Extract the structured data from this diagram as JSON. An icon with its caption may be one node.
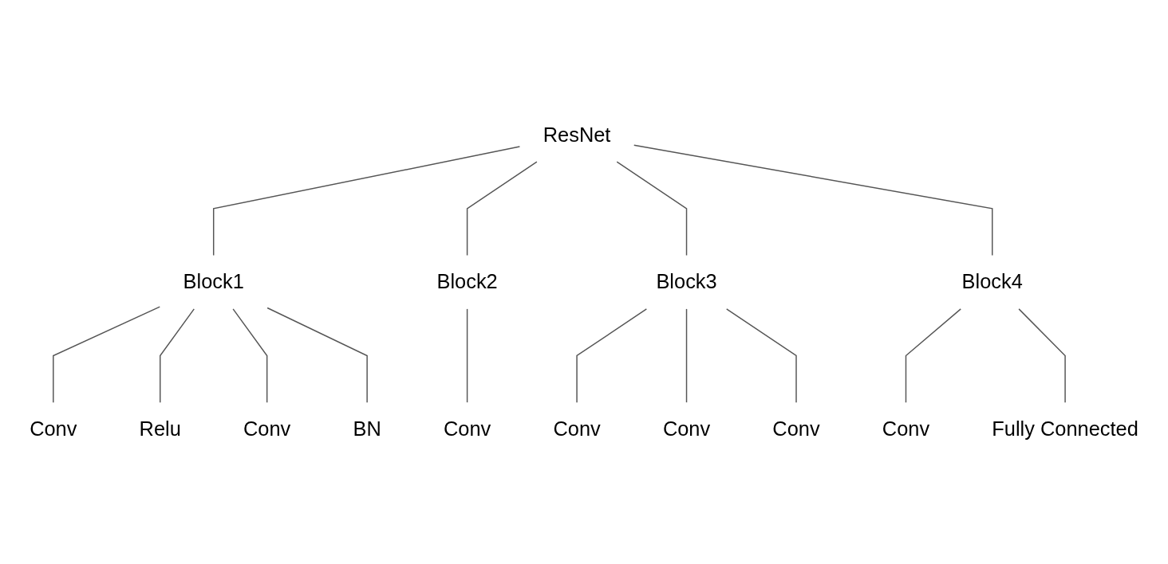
{
  "diagram": {
    "nodes": [
      {
        "text": [
          "ResNet"
        ]
      },
      {
        "text": [
          "Block1"
        ]
      },
      {
        "text": [
          "Block2"
        ]
      },
      {
        "text": [
          "Block3"
        ]
      },
      {
        "text": [
          "Block4"
        ]
      },
      {
        "text": [
          "Conv"
        ]
      },
      {
        "text": [
          "Relu"
        ]
      },
      {
        "text": [
          "Conv"
        ]
      },
      {
        "text": [
          "BN"
        ]
      },
      {
        "text": [
          "Conv"
        ]
      },
      {
        "text": [
          "Conv"
        ]
      },
      {
        "text": [
          "Conv"
        ]
      },
      {
        "text": [
          "Conv"
        ]
      },
      {
        "text": [
          "Conv"
        ]
      },
      {
        "text": [
          "Fully Connected"
        ]
      }
    ],
    "edges": [
      {
        "from": 0,
        "to": 1,
        "arrow": "none"
      },
      {
        "from": 0,
        "to": 2,
        "arrow": "none"
      },
      {
        "from": 0,
        "to": 3,
        "arrow": "none"
      },
      {
        "from": 0,
        "to": 4,
        "arrow": "none"
      },
      {
        "from": 1,
        "to": 5,
        "arrow": "none"
      },
      {
        "from": 1,
        "to": 6,
        "arrow": "none"
      },
      {
        "from": 1,
        "to": 7,
        "arrow": "none"
      },
      {
        "from": 1,
        "to": 8,
        "arrow": "none"
      },
      {
        "from": 2,
        "to": 9,
        "arrow": "none"
      },
      {
        "from": 3,
        "to": 10,
        "arrow": "none"
      },
      {
        "from": 3,
        "to": 11,
        "arrow": "none"
      },
      {
        "from": 3,
        "to": 12,
        "arrow": "none"
      },
      {
        "from": 4,
        "to": 13,
        "arrow": "none"
      },
      {
        "from": 4,
        "to": 14,
        "arrow": "none"
      }
    ]
  }
}
